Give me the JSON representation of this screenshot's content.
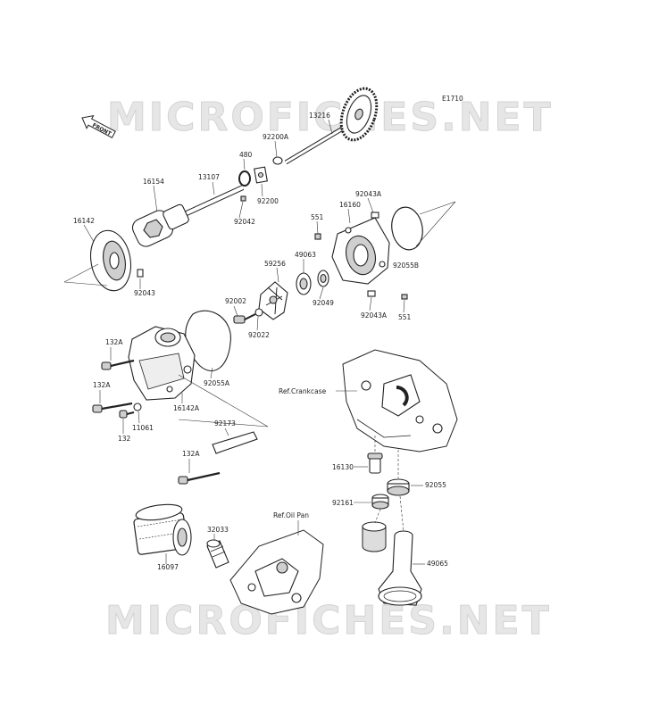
{
  "watermark": "MICROFICHES.NET",
  "diagram_code": "E1710",
  "front_label": "FRONT",
  "references": {
    "crankcase": "Ref.Crankcase",
    "oil_pan": "Ref.Oil Pan"
  },
  "parts": {
    "p13216": "13216",
    "p92200A": "92200A",
    "p480": "480",
    "p92200": "92200",
    "p13107": "13107",
    "p92042": "92042",
    "p16154": "16154",
    "p16142": "16142",
    "p92043": "92043",
    "p92043A_top": "92043A",
    "p16160": "16160",
    "p551_top": "551",
    "p92055B": "92055B",
    "p49063": "49063",
    "p59256": "59256",
    "p92049": "92049",
    "p92043A_bot": "92043A",
    "p551_bot": "551",
    "p92002": "92002",
    "p92022": "92022",
    "p132A_1": "132A",
    "p132A_2": "132A",
    "p132": "132",
    "p11061": "11061",
    "p16142A": "16142A",
    "p92055A": "92055A",
    "p92173": "92173",
    "p132A_3": "132A",
    "p16130": "16130",
    "p92055": "92055",
    "p92161": "92161",
    "p49065": "49065",
    "p32033": "32033",
    "p16097": "16097"
  }
}
